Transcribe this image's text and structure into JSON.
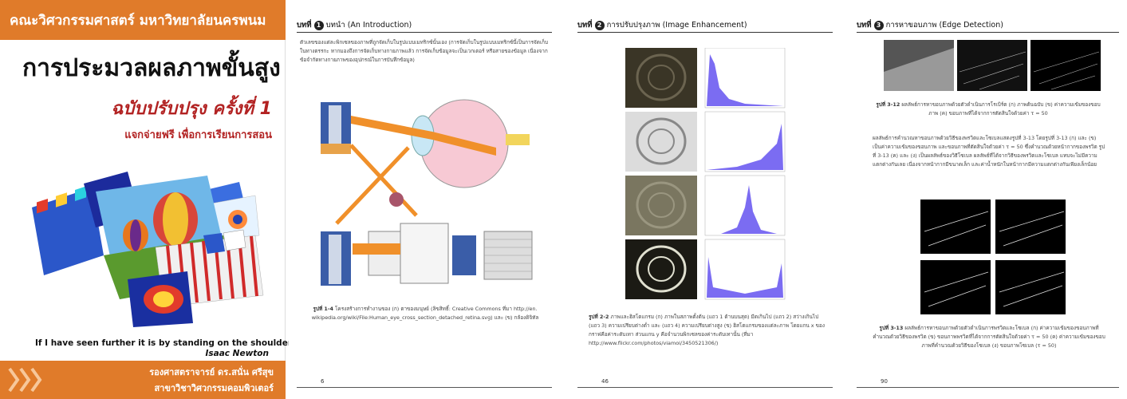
{
  "cover": {
    "faculty": "คณะวิศวกรรมศาสตร์ มหาวิทยาลัยนครพนม",
    "title": "การประมวลผลภาพขั้นสูง",
    "edition": "ฉบับปรับปรุง ครั้งที่ 1",
    "free_note": "แจกจ่ายฟรี เพื่อการเรียนการสอน",
    "quote": "If I have seen further it is by standing on the shoulders of giants.",
    "quote_author": "Isaac Newton",
    "author": "รองศาสตราจารย์ ดร.สนั่น ศรีสุข",
    "department": "สาขาวิชาวิศวกรรมคอมพิวเตอร์",
    "accent_color": "#e07b2a",
    "title_accent_color": "#b22222"
  },
  "page1": {
    "chapter_label": "บทที่",
    "chapter_num": "1",
    "chapter_title": "บทนำ (An Introduction)",
    "body": "ตัวเลขของแต่ละพิกเซลของภาพที่ถูกจัดเก็บในรูปแบบเมทริกซ์นั้นเอง (การจัดเก็บในรูปแบบเมทริกซ์นี้เป็นการจัดเก็บในทางตรรกะ หากมองถึงการจัดเก็บทางกายภาพแล้ว การจัดเก็บข้อมูลจะเป็นเวกเตอร์ หรือสายของข้อมูล เนื่องจากข้อจำกัดทางกายภาพของอุปกรณ์ในการบันทึกข้อมูล)",
    "caption_label": "รูปที่ 1-4",
    "caption": "โครงสร้างการทำงานของ (ก) ตาของมนุษย์ (ลิขสิทธิ์: Creative Commons ที่มา http://en. wikipedia.org/wiki/File:Human_eye_cross_section_detached_retina.svg) และ (ข) กล้องดิจิทัล",
    "page_number": "6"
  },
  "page2": {
    "chapter_label": "บทที่",
    "chapter_num": "2",
    "chapter_title": "การปรับปรุงภาพ (Image Enhancement)",
    "caption_label": "รูปที่ 2-2",
    "caption": "ภาพและฮิสโตแกรม (ก) ภาพในสภาพตั้งต้น (แถว 1 ด้านบนสุด) มืดเกินไป (แถว 2) สว่างเกินไป (แถว 3) ความเปรียบต่างต่ำ และ (แถว 4) ความเปรียบต่างสูง (ข) ฮิสโตแกรมของแต่ละภาพ โดยแกน x ของกราฟคือค่าระดับเทา ส่วนแกน y คือจำนวนพิกเซลของค่าระดับเทานั้น (ที่มา http://www.flickr.com/photos/viamoi/3450521306/)",
    "page_number": "46"
  },
  "page3": {
    "chapter_label": "บทที่",
    "chapter_num": "3",
    "chapter_title": "การหาขอบภาพ (Edge Detection)",
    "caption1_label": "รูปที่ 3-12",
    "caption1": "ผลลัพธ์การหาขอบภาพด้วยตัวดำเนินการโรเบิร์ต (ก) ภาพต้นฉบับ (ข) ค่าความเข้มของขอบภาพ (ค) ขอบภาพที่ได้จากการตัดสินใจด้วยค่า τ = 50",
    "body": "ผลลัพธ์การคำนวณหาขอบภาพด้วยวิธีของพรวิตและโซเบลแสดงรูปที่ 3-13 โดยรูปที่ 3-13 (ก) และ (ข) เป็นค่าความเข้มของขอบภาพ และขอบภาพที่ตัดสินใจด้วยค่า τ = 50 ซึ่งคำนวณด้วยหน้ากากของพรวิต รูปที่ 3-13 (ค) และ (ง) เป็นผลลัพธ์ของวิธีโซเบล ผลลัพธ์ที่ได้จากวิธีของพรวิตและโซเบล แทบจะไม่มีความแตกต่างกันเลย เนื่องจากหน้ากากมีขนาดเล็ก และค่าน้ำหนักในหน้ากากมีความแตกต่างกันเพียงเล็กน้อย",
    "caption2_label": "รูปที่ 3-13",
    "caption2": "ผลลัพธ์การหาขอบภาพด้วยตัวดำเนินการพรวิตและโซเบล (ก) ค่าความเข้มของขอบภาพที่คำนวณด้วยวิธีของพรวิต (ข) ขอบภาพพรวิตที่ได้จากการตัดสินใจด้วยค่า τ = 50 (ค) ค่าความเข้มของขอบภาพที่คำนวณด้วยวิธีของโซเบล (ง) ขอบภาพโซเบล (τ = 50)",
    "page_number": "90"
  }
}
